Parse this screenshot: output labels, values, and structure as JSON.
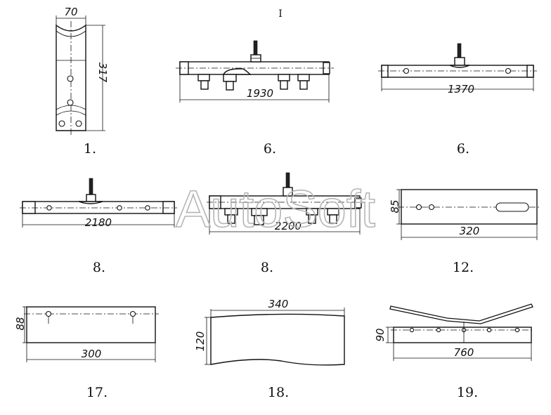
{
  "sheet_mark": "I",
  "watermark": "AutoSoft",
  "parts": [
    {
      "id": "p1",
      "caption": "1.",
      "dims": [
        "70",
        "317"
      ]
    },
    {
      "id": "p6a",
      "caption": "6.",
      "dims": [
        "1930"
      ]
    },
    {
      "id": "p6b",
      "caption": "6.",
      "dims": [
        "1370"
      ]
    },
    {
      "id": "p8a",
      "caption": "8.",
      "dims": [
        "2180"
      ]
    },
    {
      "id": "p8b",
      "caption": "8.",
      "dims": [
        "2200"
      ]
    },
    {
      "id": "p12",
      "caption": "12.",
      "dims": [
        "85",
        "320"
      ]
    },
    {
      "id": "p17",
      "caption": "17.",
      "dims": [
        "88",
        "300"
      ]
    },
    {
      "id": "p18",
      "caption": "18.",
      "dims": [
        "340",
        "120"
      ]
    },
    {
      "id": "p19",
      "caption": "19.",
      "dims": [
        "90",
        "760"
      ]
    }
  ]
}
